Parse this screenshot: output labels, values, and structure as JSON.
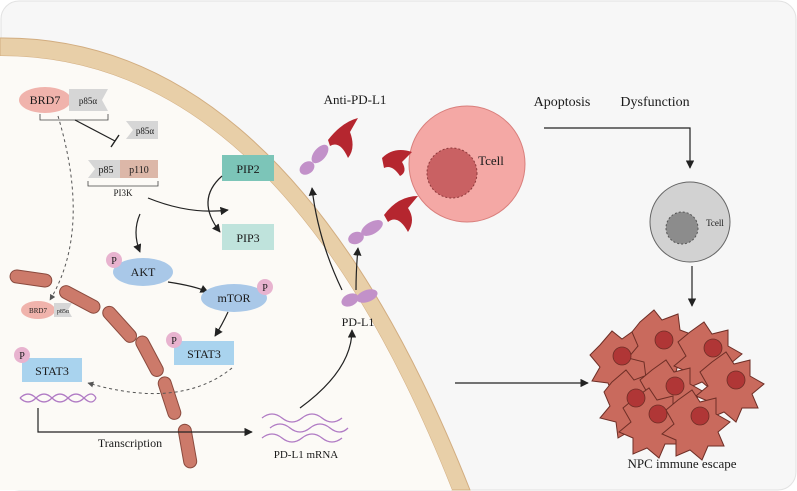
{
  "labels": {
    "brd7": "BRD7",
    "p85a_1": "p85α",
    "p85a_2": "p85α",
    "p85": "p85",
    "p110": "p110",
    "pi3k": "PI3K",
    "pip2": "PIP2",
    "pip3": "PIP3",
    "p_akt": "P",
    "akt": "AKT",
    "mtor": "mTOR",
    "p_mtor": "P",
    "brd7_small": "BRD7",
    "p85a_small": "p85α",
    "p_stat3_a": "P",
    "stat3_a": "STAT3",
    "p_stat3_b": "P",
    "stat3_b": "STAT3",
    "transcription": "Transcription",
    "pdl1_mrna": "PD-L1 mRNA",
    "pdl1": "PD-L1",
    "anti_pdl1": "Anti-PD-L1",
    "tcell_big": "Tcell",
    "apoptosis": "Apoptosis",
    "dysfunction": "Dysfunction",
    "tcell_small": "Tcell",
    "npc_escape": "NPC immune escape"
  },
  "colors": {
    "brd7": "#f0b3ac",
    "p85a": "#d6d6d6",
    "p110": "#dcb7a8",
    "pip2": "#7cc5b8",
    "pip3": "#bfe3dc",
    "akt": "#a9c8e8",
    "stat3": "#a9d3ee",
    "phospho": "#e8b3cf",
    "pdl1": "#c291c9",
    "antibody": "#b5262f",
    "tcell_outer": "#f4a8a5",
    "tcell_nucleus": "#c96163",
    "tcell_dead": "#d2d2d2",
    "tumor": "#c96a5d",
    "tumor_nucleus": "#b03636",
    "membrane": "#e8cfa8"
  }
}
